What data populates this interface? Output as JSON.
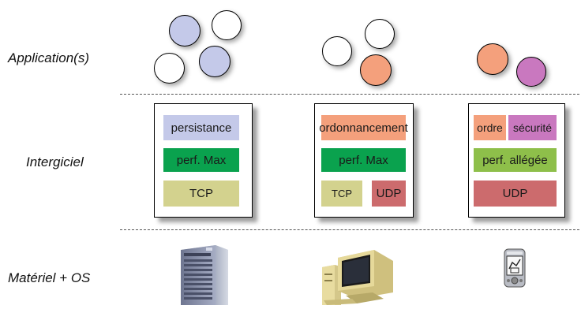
{
  "labels": {
    "application": "Application(s)",
    "middleware": "Intergiciel",
    "hardware": "Matériel + OS"
  },
  "colors": {
    "blue": "#c4c9e9",
    "green": "#0aa24e",
    "olive": "#d3d28e",
    "salmon": "#f4a07c",
    "pink": "#c978bf",
    "light_green": "#8ebf4a",
    "rose": "#cc6b6d",
    "white": "#ffffff"
  },
  "stacks": [
    {
      "layers": [
        {
          "label": "persistance",
          "color": "blue"
        },
        {
          "label": "perf. Max",
          "color": "green"
        },
        {
          "label": "TCP",
          "color": "olive"
        }
      ]
    },
    {
      "layers": [
        {
          "label": "ordonnancement",
          "color": "salmon"
        },
        {
          "label": "perf. Max",
          "color": "green"
        },
        {
          "label": "TCP",
          "color": "olive"
        },
        {
          "label": "UDP",
          "color": "rose"
        }
      ]
    },
    {
      "layers": [
        {
          "label": "ordre",
          "color": "salmon"
        },
        {
          "label": "sécurité",
          "color": "pink"
        },
        {
          "label": "perf. allégée",
          "color": "light_green"
        },
        {
          "label": "UDP",
          "color": "rose"
        }
      ]
    }
  ],
  "devices": [
    {
      "icon": "server-tower-icon"
    },
    {
      "icon": "desktop-computer-icon"
    },
    {
      "icon": "pda-handheld-icon"
    }
  ]
}
